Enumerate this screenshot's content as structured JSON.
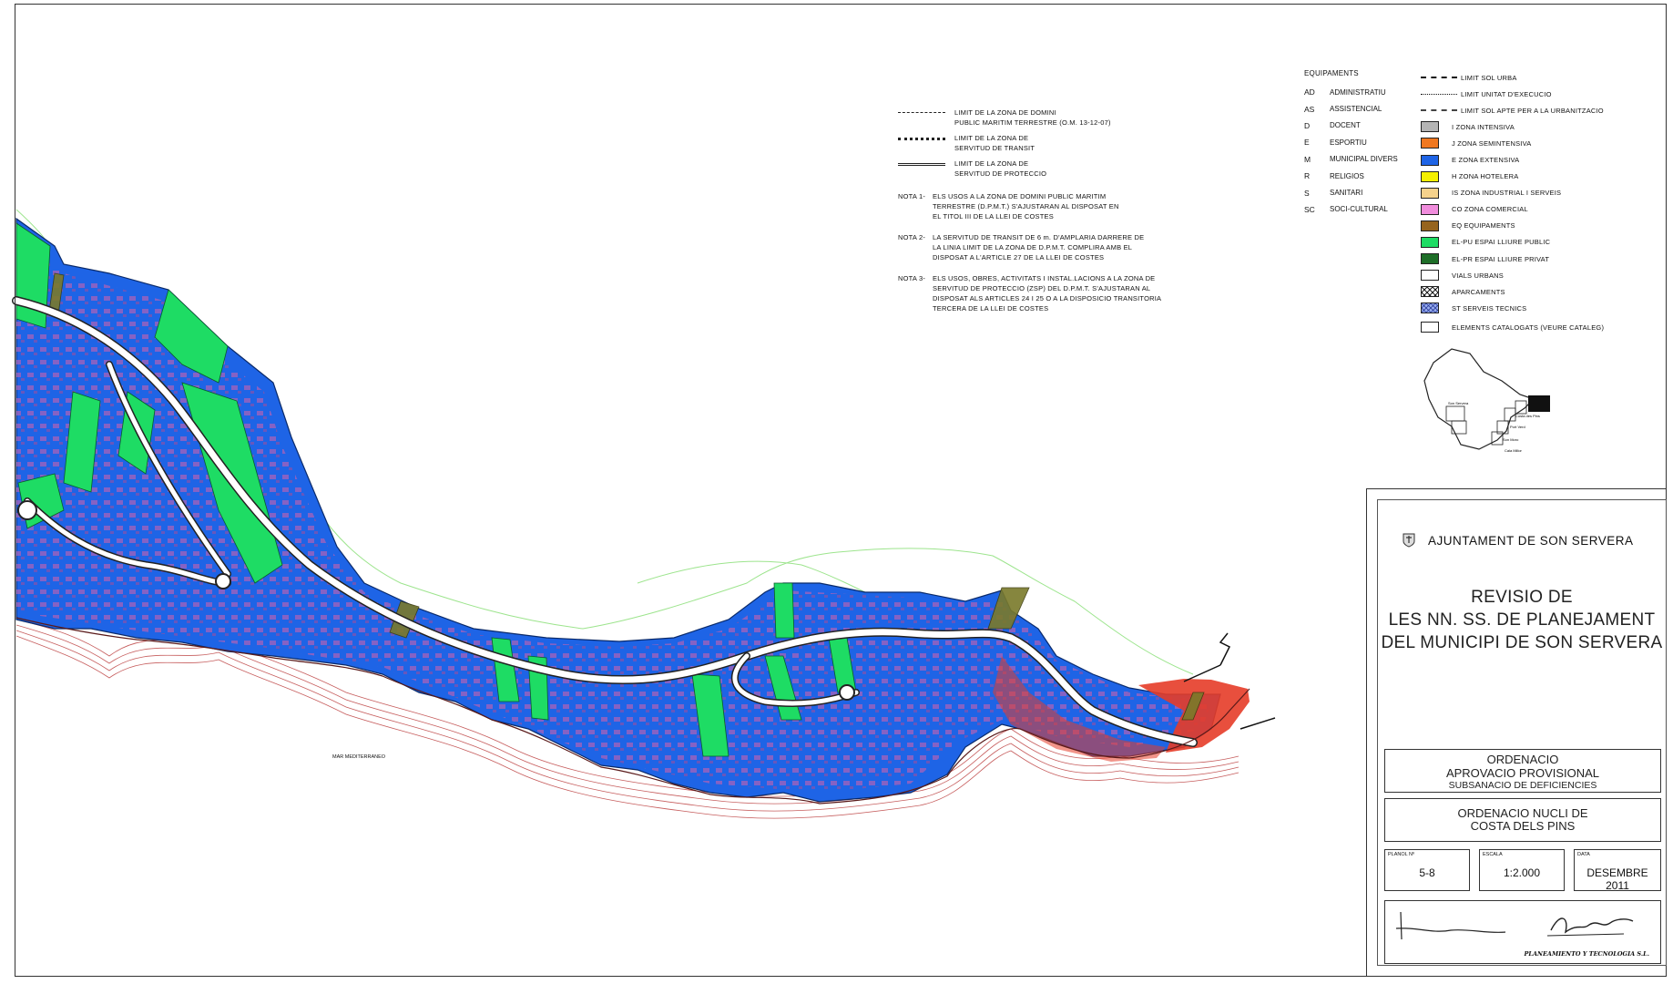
{
  "notes": {
    "lines": [
      {
        "style": "dash",
        "text": [
          "LIMIT DE LA ZONA DE DOMINI",
          "PUBLIC MARITIM TERRESTRE (O.M. 13-12-07)"
        ]
      },
      {
        "style": "thick",
        "text": [
          "LIMIT DE LA ZONA DE",
          "SERVITUD DE TRANSIT"
        ]
      },
      {
        "style": "dense",
        "text": [
          "LIMIT DE LA ZONA DE",
          "SERVITUD DE PROTECCIO"
        ]
      }
    ],
    "nota1": {
      "label": "NOTA 1-",
      "lines": [
        "ELS USOS A LA ZONA DE DOMINI PUBLIC MARITIM",
        "TERRESTRE (D.P.M.T.) S'AJUSTARAN AL DISPOSAT EN",
        "EL TITOL III DE LA LLEI DE COSTES"
      ]
    },
    "nota2": {
      "label": "NOTA 2-",
      "lines": [
        "LA SERVITUD DE TRANSIT DE 6 m. D'AMPLARIA DARRERE DE",
        "LA LINIA LIMIT DE LA ZONA DE D.P.M.T. COMPLIRA AMB EL",
        "DISPOSAT A L'ARTICLE 27 DE LA LLEI DE COSTES"
      ]
    },
    "nota3": {
      "label": "NOTA 3-",
      "lines": [
        "ELS USOS, OBRES, ACTIVITATS I INSTAL.LACIONS A LA ZONA DE",
        "SERVITUD DE PROTECCIO (ZSP) DEL D.P.M.T. S'AJUSTARAN AL",
        "DISPOSAT ALS ARTICLES 24 I 25 O A LA DISPOSICIO TRANSITORIA",
        "TERCERA DE LA LLEI DE COSTES"
      ]
    }
  },
  "equipaments": {
    "heading": "EQUIPAMENTS",
    "items": [
      {
        "code": "AD",
        "label": "ADMINISTRATIU"
      },
      {
        "code": "AS",
        "label": "ASSISTENCIAL"
      },
      {
        "code": "D",
        "label": "DOCENT"
      },
      {
        "code": "E",
        "label": "ESPORTIU"
      },
      {
        "code": "M",
        "label": "MUNICIPAL DIVERS"
      },
      {
        "code": "R",
        "label": "RELIGIOS"
      },
      {
        "code": "S",
        "label": "SANITARI"
      },
      {
        "code": "SC",
        "label": "SOCI-CULTURAL"
      }
    ]
  },
  "legend": {
    "lines": [
      {
        "style": "a",
        "label": "LIMIT SOL URBA"
      },
      {
        "style": "b",
        "label": "LIMIT UNITAT D'EXECUCIO"
      },
      {
        "style": "c",
        "label": "LIMIT SOL APTE PER A LA URBANITZACIO"
      }
    ],
    "zones": [
      {
        "color": "#b4b4b4",
        "label": "I ZONA INTENSIVA"
      },
      {
        "color": "#f07820",
        "label": "J ZONA SEMINTENSIVA"
      },
      {
        "color": "#1e64e6",
        "label": "E ZONA EXTENSIVA"
      },
      {
        "color": "#f5f000",
        "label": "H ZONA HOTELERA"
      },
      {
        "color": "#f5d28c",
        "label": "IS ZONA INDUSTRIAL I SERVEIS"
      },
      {
        "color": "#f08cdc",
        "label": "CO ZONA COMERCIAL"
      },
      {
        "color": "#96641e",
        "label": "EQ EQUIPAMENTS"
      },
      {
        "color": "#1edc64",
        "label": "EL-PU ESPAI LLIURE PUBLIC"
      },
      {
        "color": "#1e6e28",
        "label": "EL-PR ESPAI LLIURE PRIVAT"
      },
      {
        "color": "#ffffff",
        "label": "VIALS URBANS"
      },
      {
        "color": "hatch",
        "label": "APARCAMENTS"
      },
      {
        "color": "blue-hatch",
        "label": "ST SERVEIS TECNICS"
      },
      {
        "color": "#ffffff",
        "label": "ELEMENTS CATALOGATS (VEURE CATALEG)"
      }
    ]
  },
  "keymap_labels": [
    "Son Servera",
    "Costa des Pins",
    "Port Verd",
    "Son Moro",
    "Cala Millor"
  ],
  "sea_label": "MAR MEDITERRANEO",
  "titleblock": {
    "header": "AJUNTAMENT DE SON SERVERA",
    "title": [
      "REVISIO DE",
      "LES NN. SS. DE PLANEJAMENT",
      "DEL MUNICIPI DE SON SERVERA"
    ],
    "box1": {
      "l1": "ORDENACIO",
      "l2": "APROVACIO PROVISIONAL",
      "l3": "SUBSANACIO DE DEFICIENCIES"
    },
    "box2": {
      "l1": "ORDENACIO NUCLI DE",
      "l2": "COSTA DELS PINS"
    },
    "plano": {
      "label": "PLANOL Nº",
      "value": "5-8"
    },
    "escala": {
      "label": "ESCALA",
      "value": "1:2.000"
    },
    "data": {
      "label": "DATA",
      "value": "DESEMBRE 2011"
    },
    "firm": "PLANEAMIENTO Y TECNOLOGIA S.L."
  },
  "colors": {
    "extensiva": "#1e64e6",
    "public": "#1edc64",
    "pink": "#c060b0",
    "topo": "#8ce07a",
    "coast": "#b42828",
    "red": "#e63c28",
    "brown": "#6e6e2a"
  }
}
